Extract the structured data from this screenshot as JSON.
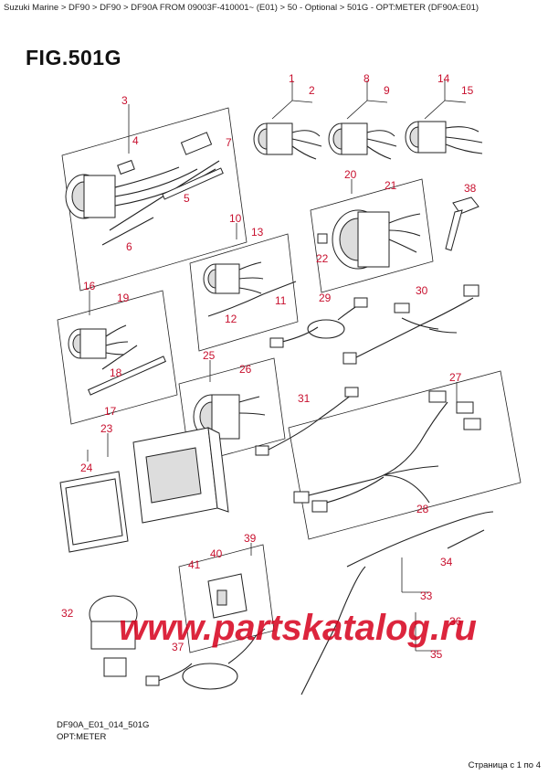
{
  "breadcrumb": "Suzuki Marine > DF90 > DF90 > DF90A FROM 09003F-410001~ (E01) > 50 - Optional > 501G - OPT:METER (DF90A:E01)",
  "figure_title": "FIG.501G",
  "footer_code": "DF90A_E01_014_501G",
  "footer_name": "OPT:METER",
  "pager": "Страница с 1 по 4",
  "watermark": "www.partskatalog.ru",
  "callouts": [
    "1",
    "2",
    "3",
    "4",
    "5",
    "6",
    "7",
    "8",
    "9",
    "10",
    "11",
    "12",
    "13",
    "14",
    "15",
    "16",
    "17",
    "18",
    "19",
    "20",
    "21",
    "22",
    "23",
    "24",
    "25",
    "26",
    "27",
    "28",
    "29",
    "30",
    "31",
    "32",
    "33",
    "34",
    "35",
    "36",
    "37",
    "38",
    "39",
    "40",
    "41"
  ],
  "colors": {
    "callout": "#c8102e",
    "watermark": "#d6001c"
  }
}
